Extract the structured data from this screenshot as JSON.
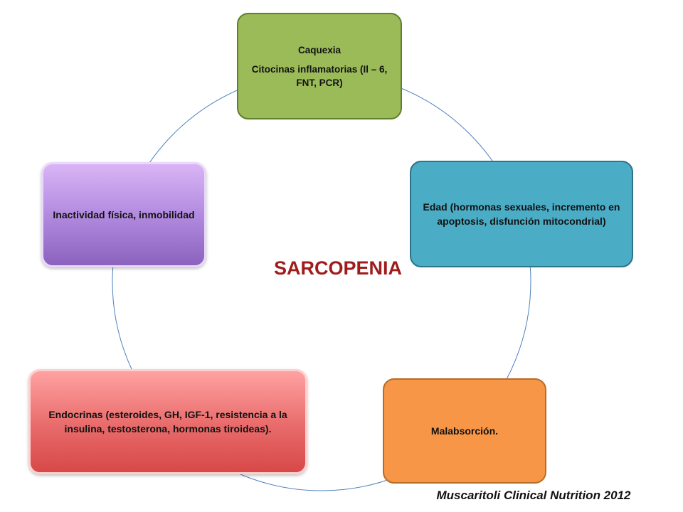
{
  "diagram": {
    "center_label": "SARCOPENIA",
    "nodes": [
      {
        "id": "top",
        "lines": [
          "Caquexia",
          "Citocinas inflamatorias (Il – 6, FNT, PCR)"
        ]
      },
      {
        "id": "right",
        "text": "Edad (hormonas sexuales, incremento en apoptosis, disfunción mitocondrial)"
      },
      {
        "id": "bottom-right",
        "text": "Malabsorción."
      },
      {
        "id": "bottom-left",
        "text": "Endocrinas (esteroides, GH, IGF-1, resistencia a la insulina, testosterona, hormonas tiroideas)."
      },
      {
        "id": "left",
        "text": "Inactividad física, inmobilidad"
      }
    ],
    "citation": "Muscaritoli  Clinical Nutrition  2012"
  },
  "colors": {
    "title": "#a01c1c",
    "ring": "#4f81bd",
    "top": "#9bbb59",
    "right": "#4bacc6",
    "bottom_right": "#f79646",
    "bottom_left": "#e86a6a",
    "left": "#b28be0"
  }
}
